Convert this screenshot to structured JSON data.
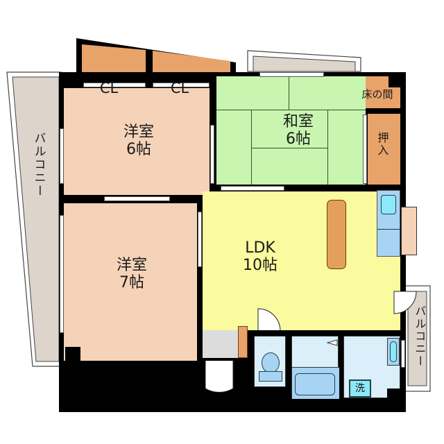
{
  "floorplan": {
    "rooms": {
      "western_6": {
        "name": "洋室",
        "size": "6帖"
      },
      "western_7": {
        "name": "洋室",
        "size": "7帖"
      },
      "japanese": {
        "name": "和室",
        "size": "6帖"
      },
      "ldk": {
        "name": "LDK",
        "size": "10帖"
      },
      "closet_1": {
        "name": "CL"
      },
      "closet_2": {
        "name": "CL"
      },
      "tokonoma": {
        "name": "床の間"
      },
      "oshiire": {
        "name": "押入"
      },
      "balcony_west": {
        "name": "バルコニー"
      },
      "balcony_east": {
        "name": "バルコニー"
      },
      "washer": {
        "name": "洗"
      }
    },
    "colors": {
      "western": "#f5d3b8",
      "closet": "#e8a36a",
      "japanese": "#c8f5b0",
      "ldk": "#fafa9e",
      "balcony": "#ddd4cc",
      "wet": "#dbeffa",
      "fixture": "#a7d4f5",
      "entry": "#dcdcdc",
      "counter": "#e3a05a"
    }
  }
}
